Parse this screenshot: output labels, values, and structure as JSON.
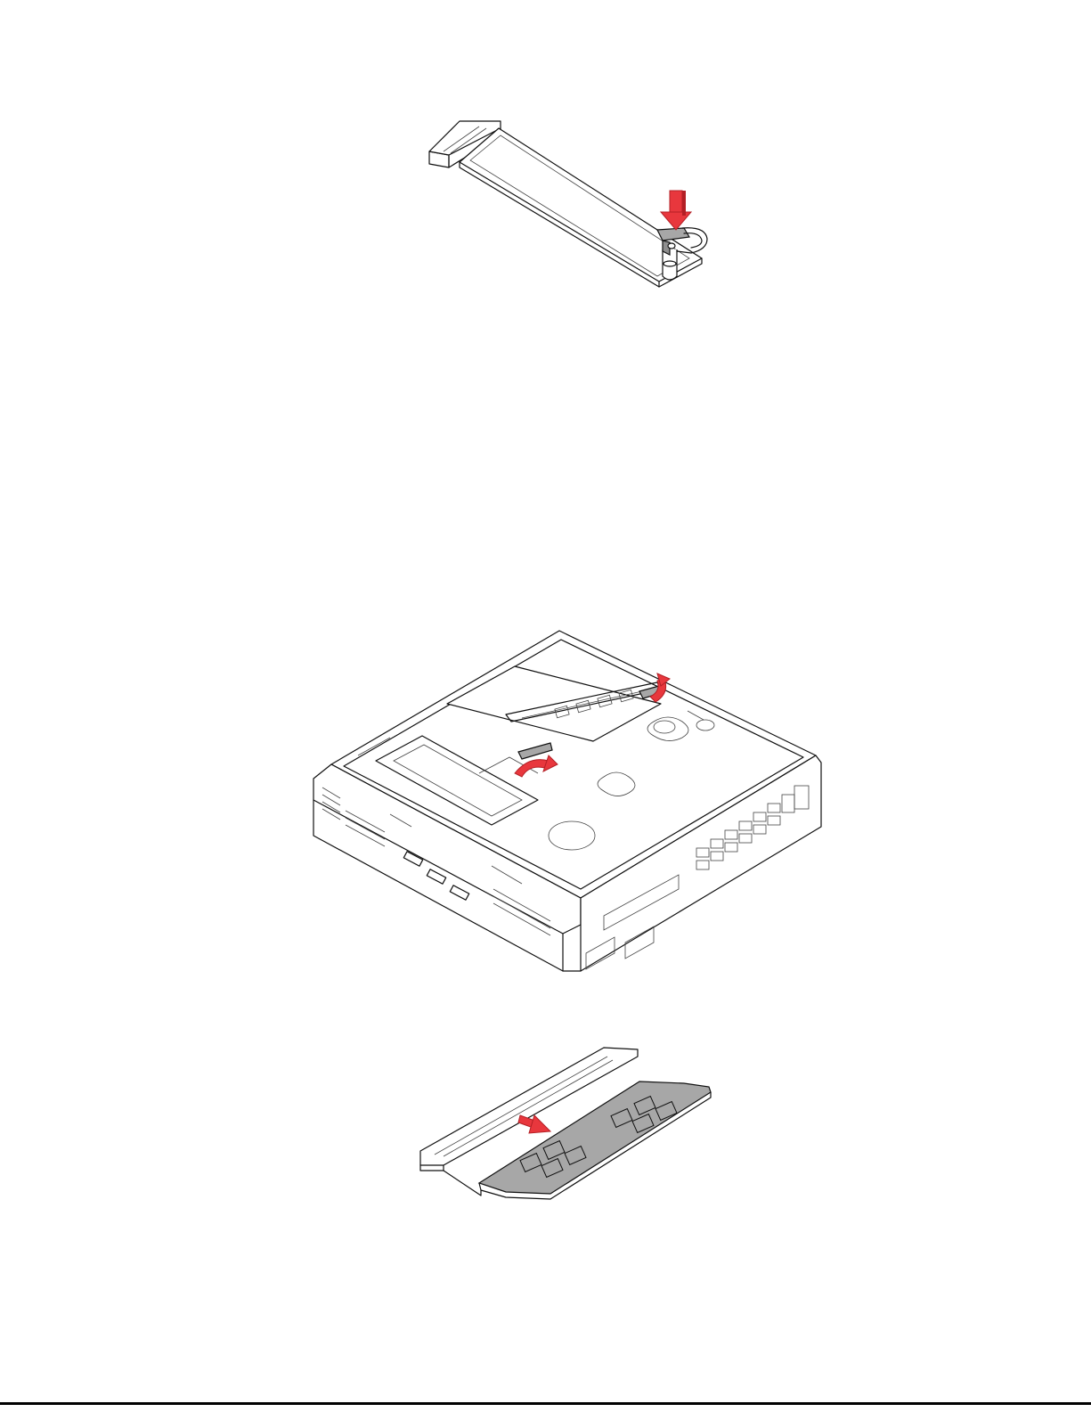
{
  "figures": [
    {
      "id": "ssd-retainer-step",
      "icon": "m2-ssd-retainer-press-illustration"
    },
    {
      "id": "memory-latch-step",
      "icon": "computer-chassis-memory-latch-illustration"
    },
    {
      "id": "memory-insert-step",
      "icon": "memory-module-insert-illustration"
    }
  ],
  "colors": {
    "arrow": "#e8373d",
    "arrow_dark": "#b31f25",
    "part_gray": "#a7a7a7",
    "outline": "#111111",
    "page": "#ffffff"
  }
}
